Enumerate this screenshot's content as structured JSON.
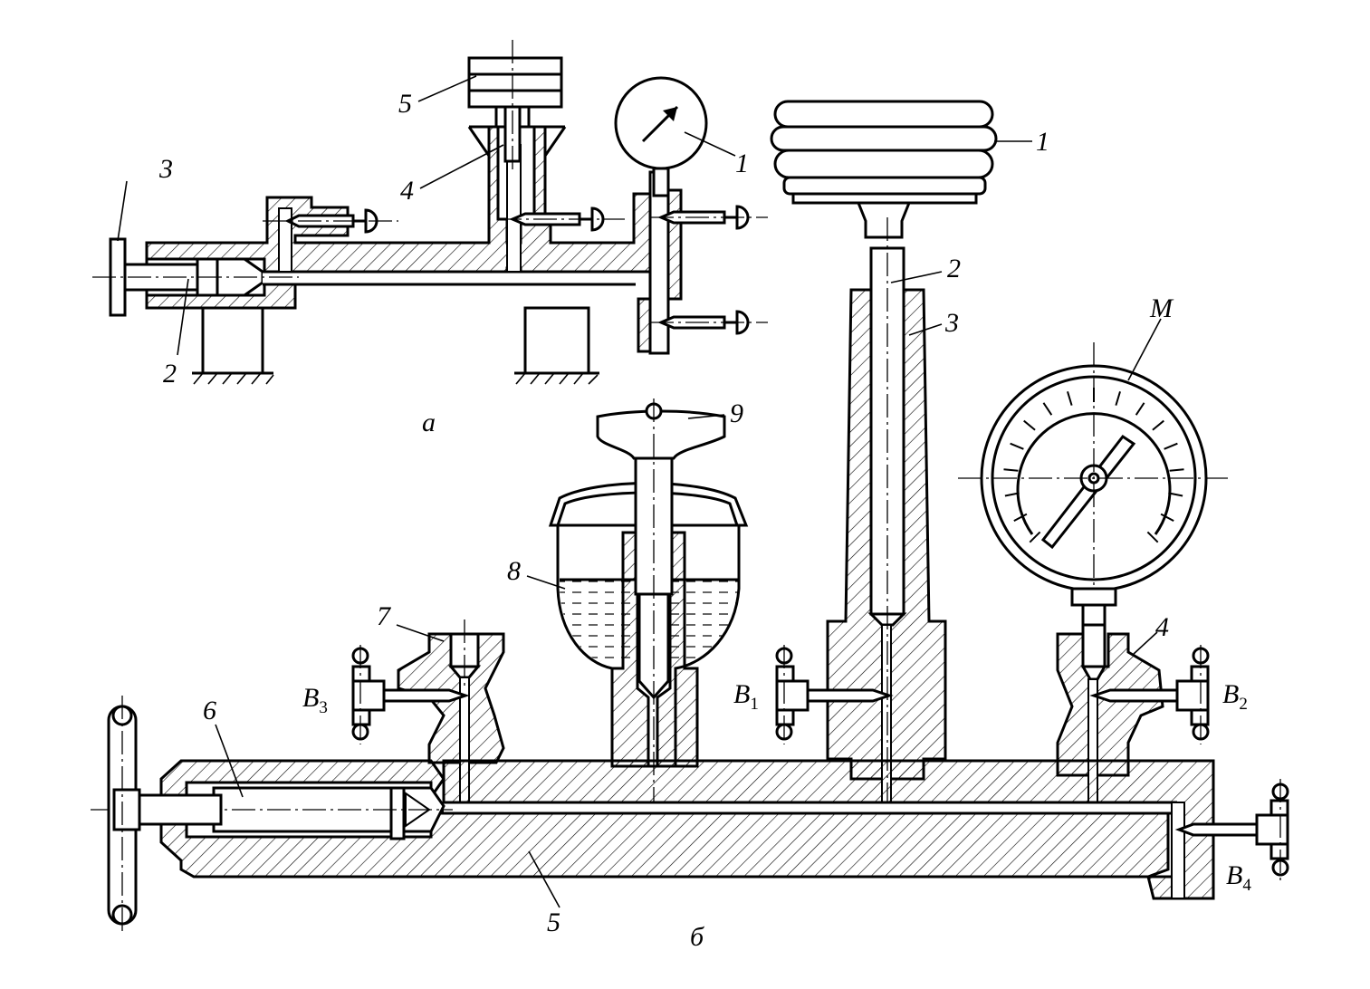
{
  "figure_a": {
    "caption": "а",
    "labels": [
      "5",
      "4",
      "1",
      "3",
      "2"
    ]
  },
  "figure_b": {
    "caption": "б",
    "labels": [
      "1",
      "2",
      "3",
      "M",
      "9",
      "8",
      "7",
      "4",
      "6",
      "5"
    ],
    "valves": [
      {
        "letter": "B",
        "index": "3"
      },
      {
        "letter": "B",
        "index": "1"
      },
      {
        "letter": "B",
        "index": "2"
      },
      {
        "letter": "B",
        "index": "4"
      }
    ]
  }
}
